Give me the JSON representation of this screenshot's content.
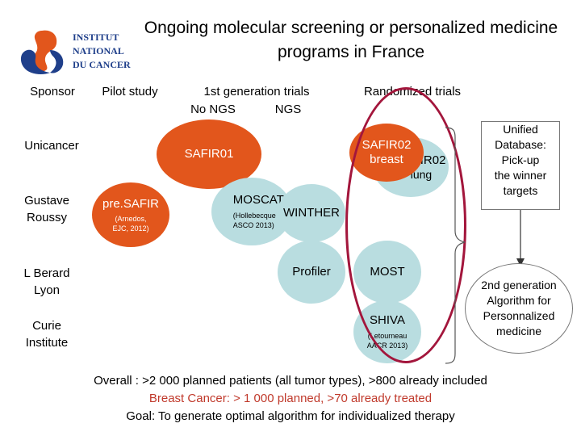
{
  "logo": {
    "line1": "INSTITUT",
    "line2": "NATIONAL",
    "line3": "DU CANCER"
  },
  "title": {
    "line1": "Ongoing molecular screening or personalized medicine",
    "line2": "programs in France"
  },
  "columns": {
    "sponsor": "Sponsor",
    "pilot": "Pilot study",
    "first_gen": "1st generation trials",
    "no_ngs": "No NGS",
    "ngs": "NGS",
    "randomized": "Randomized trials"
  },
  "rows": {
    "unicancer": "Unicancer",
    "gustave_1": "Gustave",
    "gustave_2": "Roussy",
    "berard_1": "L Berard",
    "berard_2": "Lyon",
    "curie_1": "Curie",
    "curie_2": "Institute"
  },
  "trials": {
    "safir01": "SAFIR01",
    "safir02_breast_title": "SAFIR02",
    "safir02_breast_sub": "breast",
    "safir02_lung_title": "SAFIR02",
    "safir02_lung_sub": "lung",
    "presafir": "pre.SAFIR",
    "presafir_ref_1": "(Arnedos,",
    "presafir_ref_2": "EJC, 2012)",
    "moscato": "MOSCATO",
    "moscato_ref_1": "(Hollebecque",
    "moscato_ref_2": "ASCO 2013)",
    "winther": "WINTHER",
    "profiler": "Profiler",
    "most": "MOST",
    "shiva": "SHIVA",
    "shiva_ref_1": "(Letourneau",
    "shiva_ref_2": "AACR 2013)"
  },
  "unified_db": {
    "line1": "Unified",
    "line2": "Database:",
    "line3": "Pick-up",
    "line4": "the winner",
    "line5": "targets"
  },
  "second_gen": {
    "line1": "2nd generation",
    "line2": "Algorithm for",
    "line3": "Personnalized",
    "line4": "medicine"
  },
  "footer": {
    "overall": "Overall : >2 000 planned patients (all tumor types), >800 already included",
    "breast": "Breast Cancer: > 1 000 planned, >70 already treated",
    "goal": "Goal: To generate optimal algorithm for individualized therapy"
  },
  "colors": {
    "orange": "#e2561c",
    "teal": "#b9dde0",
    "highlight_ring": "#a3163c",
    "breast_text": "#c0392b",
    "logo_blue": "#1f3f8a"
  }
}
